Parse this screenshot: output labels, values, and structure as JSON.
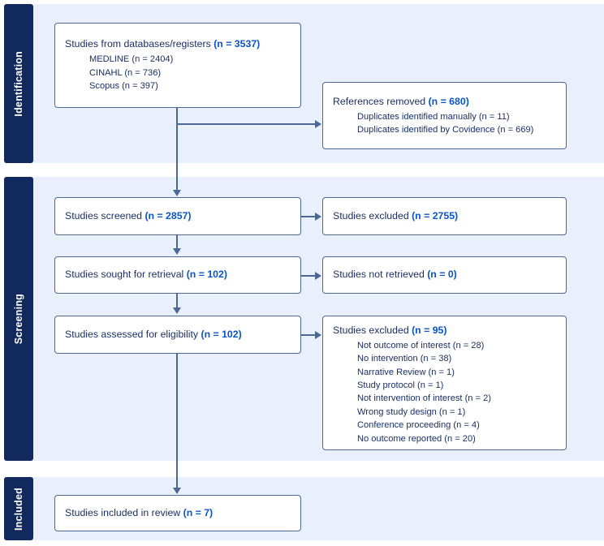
{
  "diagram": {
    "title": "PRISMA flow diagram",
    "colors": {
      "band": "#12295e",
      "band_background": "#e9f0fb",
      "box_border": "#4a6893",
      "text": "#1b2f63",
      "count_accent": "#0a54c8",
      "box_fill": "#ffffff"
    }
  },
  "bands": [
    {
      "id": "identification",
      "label": "Identification"
    },
    {
      "id": "screening",
      "label": "Screening"
    },
    {
      "id": "included",
      "label": "Included"
    }
  ],
  "boxes": {
    "records_identified": {
      "headline_text": "Studies from databases/registers ",
      "headline_count": "(n = 3537)",
      "items": [
        "MEDLINE (n = 2404)",
        "CINAHL (n = 736)",
        "Scopus (n = 397)"
      ]
    },
    "references_removed": {
      "headline_text": "References removed ",
      "headline_count": "(n = 680)",
      "items": [
        "Duplicates identified manually (n = 11)",
        "Duplicates identified by Covidence (n = 669)"
      ]
    },
    "studies_screened": {
      "headline_text": "Studies screened ",
      "headline_count": "(n = 2857)",
      "items": []
    },
    "studies_excluded_screened": {
      "headline_text": "Studies excluded ",
      "headline_count": "(n = 2755)",
      "items": []
    },
    "studies_sought": {
      "headline_text": "Studies sought for retrieval ",
      "headline_count": "(n = 102)",
      "items": []
    },
    "studies_not_retrieved": {
      "headline_text": "Studies not retrieved ",
      "headline_count": "(n = 0)",
      "items": []
    },
    "studies_assessed": {
      "headline_text": "Studies assessed for eligibility ",
      "headline_count": "(n = 102)",
      "items": []
    },
    "studies_excluded_eligibility": {
      "headline_text": "Studies excluded ",
      "headline_count": "(n = 95)",
      "items": [
        "Not outcome of interest (n = 28)",
        "No intervention (n = 38)",
        "Narrative Review (n = 1)",
        "Study protocol (n = 1)",
        "Not intervention of interest (n = 2)",
        "Wrong study design (n = 1)",
        "Conference proceeding (n = 4)",
        "No outcome reported (n = 20)"
      ]
    },
    "studies_included": {
      "headline_text": "Studies included in review ",
      "headline_count": "(n = 7)",
      "items": []
    }
  },
  "chart_data": {
    "type": "diagram",
    "title": "PRISMA flow diagram",
    "stages": [
      {
        "band": "Identification",
        "label": "Studies from databases/registers",
        "n": 3537,
        "breakdown": [
          {
            "label": "MEDLINE",
            "n": 2404
          },
          {
            "label": "CINAHL",
            "n": 736
          },
          {
            "label": "Scopus",
            "n": 397
          }
        ]
      },
      {
        "band": "Identification",
        "label": "References removed",
        "n": 680,
        "kind": "excluded",
        "breakdown": [
          {
            "label": "Duplicates identified manually",
            "n": 11
          },
          {
            "label": "Duplicates identified by Covidence",
            "n": 669
          }
        ]
      },
      {
        "band": "Screening",
        "label": "Studies screened",
        "n": 2857
      },
      {
        "band": "Screening",
        "label": "Studies excluded",
        "n": 2755,
        "kind": "excluded"
      },
      {
        "band": "Screening",
        "label": "Studies sought for retrieval",
        "n": 102
      },
      {
        "band": "Screening",
        "label": "Studies not retrieved",
        "n": 0,
        "kind": "excluded"
      },
      {
        "band": "Screening",
        "label": "Studies assessed for eligibility",
        "n": 102
      },
      {
        "band": "Screening",
        "label": "Studies excluded",
        "n": 95,
        "kind": "excluded",
        "breakdown": [
          {
            "label": "Not outcome of interest",
            "n": 28
          },
          {
            "label": "No intervention",
            "n": 38
          },
          {
            "label": "Narrative Review",
            "n": 1
          },
          {
            "label": "Study protocol",
            "n": 1
          },
          {
            "label": "Not intervention of interest",
            "n": 2
          },
          {
            "label": "Wrong study design",
            "n": 1
          },
          {
            "label": "Conference proceeding",
            "n": 4
          },
          {
            "label": "No outcome reported",
            "n": 20
          }
        ]
      },
      {
        "band": "Included",
        "label": "Studies included in review",
        "n": 7
      }
    ]
  }
}
